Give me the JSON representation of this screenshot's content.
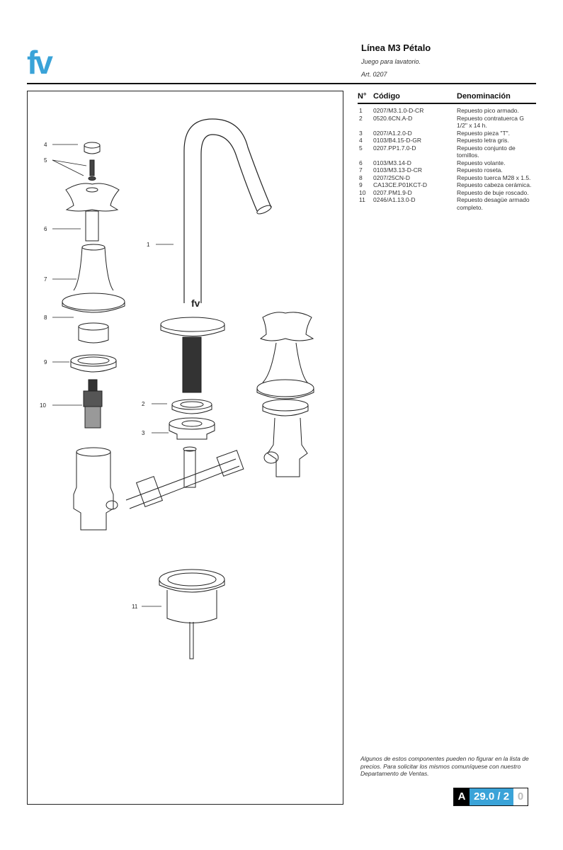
{
  "header": {
    "logo_text": "fv",
    "title": "Línea M3 Pétalo",
    "subtitle": "Juego para lavatorio.",
    "article": "Art. 0207"
  },
  "table": {
    "col_num": "N°",
    "col_code": "Código",
    "col_name": "Denominación",
    "rows": [
      {
        "num": "1",
        "code": "0207/M3.1.0-D-CR",
        "name": "Repuesto pico armado."
      },
      {
        "num": "2",
        "code": "0520.6CN.A-D",
        "name": "Repuesto contratuerca G 1/2\" x 14 h."
      },
      {
        "num": "3",
        "code": "0207/A1.2.0-D",
        "name": "Repuesto pieza \"T\"."
      },
      {
        "num": "4",
        "code": "0103/B4.15-D-GR",
        "name": "Repuesto letra gris."
      },
      {
        "num": "5",
        "code": "0207.PP1.7.0-D",
        "name": "Repuesto conjunto de tornillos."
      },
      {
        "num": "6",
        "code": "0103/M3.14-D",
        "name": "Repuesto volante."
      },
      {
        "num": "7",
        "code": "0103/M3.13-D-CR",
        "name": "Repuesto roseta."
      },
      {
        "num": "8",
        "code": "0207/25CN-D",
        "name": "Repuesto tuerca M28 x 1.5."
      },
      {
        "num": "9",
        "code": "CA13CE.P01KCT-D",
        "name": "Repuesto cabeza cerámica."
      },
      {
        "num": "10",
        "code": "0207.PM1.9-D",
        "name": "Repuesto de buje roscado."
      },
      {
        "num": "11",
        "code": "0246/A1.13.0-D",
        "name": "Repuesto desagüe armado completo."
      }
    ]
  },
  "callouts": {
    "c1": "1",
    "c2": "2",
    "c3": "3",
    "c4": "4",
    "c5": "5",
    "c6": "6",
    "c7": "7",
    "c8": "8",
    "c9": "9",
    "c10": "10",
    "c11": "11"
  },
  "spout_logo": "fv",
  "note": "Algunos de estos componentes pueden no figurar en la lista de precios. Para solicitar los mismos comuníquese con nuestro Departamento de Ventas.",
  "badge": {
    "letter": "A",
    "number": "29.0 / 2",
    "rev": "0"
  },
  "colors": {
    "brand_blue": "#3aa3d8",
    "black": "#000000"
  }
}
